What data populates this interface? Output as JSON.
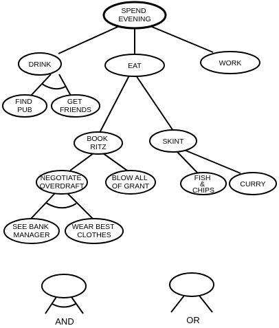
{
  "nodes": {
    "spend_evening": {
      "lines": [
        "SPEND",
        "EVENING"
      ]
    },
    "drink": {
      "lines": [
        "DRINK"
      ]
    },
    "eat": {
      "lines": [
        "EAT"
      ]
    },
    "work": {
      "lines": [
        "WORK"
      ]
    },
    "find_pub": {
      "lines": [
        "FIND",
        "PUB"
      ]
    },
    "get_friends": {
      "lines": [
        "GET",
        "FRIENDS"
      ]
    },
    "book_ritz": {
      "lines": [
        "BOOK",
        "RITZ"
      ]
    },
    "skint": {
      "lines": [
        "SKINT"
      ]
    },
    "negotiate_overdraft": {
      "lines": [
        "NEGOTIATE",
        "OVERDRAFT"
      ]
    },
    "blow_all_of_grant": {
      "lines": [
        "BLOW ALL",
        "OF GRANT"
      ]
    },
    "fish_chips": {
      "lines": [
        "FISH",
        "&",
        "CHIPS"
      ]
    },
    "curry": {
      "lines": [
        "CURRY"
      ]
    },
    "see_bank_manager": {
      "lines": [
        "SEE BANK",
        "MANAGER"
      ]
    },
    "wear_best_clothes": {
      "lines": [
        "WEAR BEST",
        "CLOTHES"
      ]
    }
  },
  "legend": {
    "and_label": "AND",
    "or_label": "OR"
  }
}
